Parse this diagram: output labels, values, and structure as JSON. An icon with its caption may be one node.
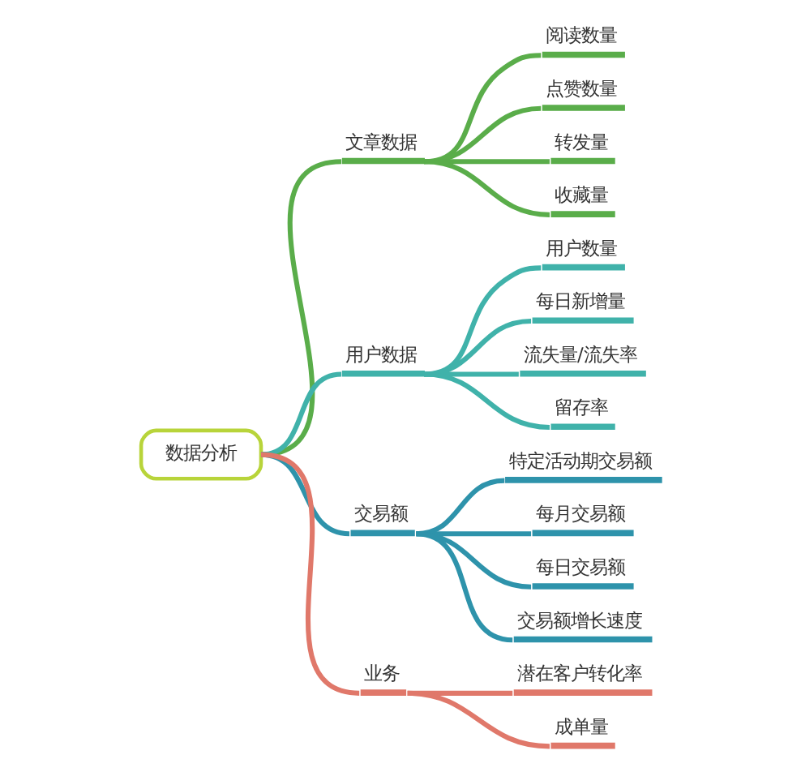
{
  "diagram": {
    "nodes": [
      {
        "text": [
          "数据分析"
        ]
      },
      {
        "text": [
          "文章数据"
        ]
      },
      {
        "text": [
          "阅读数量"
        ]
      },
      {
        "text": [
          "点赞数量"
        ]
      },
      {
        "text": [
          "转发量"
        ]
      },
      {
        "text": [
          "收藏量"
        ]
      },
      {
        "text": [
          "用户数据"
        ]
      },
      {
        "text": [
          "用户数量"
        ]
      },
      {
        "text": [
          "每日新增量"
        ]
      },
      {
        "text": [
          "流失量/流失率"
        ]
      },
      {
        "text": [
          "留存率"
        ]
      },
      {
        "text": [
          "交易额"
        ]
      },
      {
        "text": [
          "特定活动期交易额"
        ]
      },
      {
        "text": [
          "每月交易额"
        ]
      },
      {
        "text": [
          "每日交易额"
        ]
      },
      {
        "text": [
          "交易额增长速度"
        ]
      },
      {
        "text": [
          "业务"
        ]
      },
      {
        "text": [
          "潜在客户转化率"
        ]
      },
      {
        "text": [
          "成单量"
        ]
      }
    ],
    "edges": [
      {
        "from": 0,
        "to": 1,
        "arrow": "none",
        "color": "#5aad4a"
      },
      {
        "from": 1,
        "to": 2,
        "arrow": "none",
        "color": "#5aad4a"
      },
      {
        "from": 1,
        "to": 3,
        "arrow": "none",
        "color": "#5aad4a"
      },
      {
        "from": 1,
        "to": 4,
        "arrow": "none",
        "color": "#5aad4a"
      },
      {
        "from": 1,
        "to": 5,
        "arrow": "none",
        "color": "#5aad4a"
      },
      {
        "from": 0,
        "to": 6,
        "arrow": "none",
        "color": "#40b2aa"
      },
      {
        "from": 6,
        "to": 7,
        "arrow": "none",
        "color": "#40b2aa"
      },
      {
        "from": 6,
        "to": 8,
        "arrow": "none",
        "color": "#40b2aa"
      },
      {
        "from": 6,
        "to": 9,
        "arrow": "none",
        "color": "#40b2aa"
      },
      {
        "from": 6,
        "to": 10,
        "arrow": "none",
        "color": "#40b2aa"
      },
      {
        "from": 0,
        "to": 11,
        "arrow": "none",
        "color": "#2e93ab"
      },
      {
        "from": 11,
        "to": 12,
        "arrow": "none",
        "color": "#2e93ab"
      },
      {
        "from": 11,
        "to": 13,
        "arrow": "none",
        "color": "#2e93ab"
      },
      {
        "from": 11,
        "to": 14,
        "arrow": "none",
        "color": "#2e93ab"
      },
      {
        "from": 11,
        "to": 15,
        "arrow": "none",
        "color": "#2e93ab"
      },
      {
        "from": 0,
        "to": 16,
        "arrow": "none",
        "color": "#e0786a"
      },
      {
        "from": 16,
        "to": 17,
        "arrow": "none",
        "color": "#e0786a"
      },
      {
        "from": 16,
        "to": 18,
        "arrow": "none",
        "color": "#e0786a"
      }
    ]
  }
}
